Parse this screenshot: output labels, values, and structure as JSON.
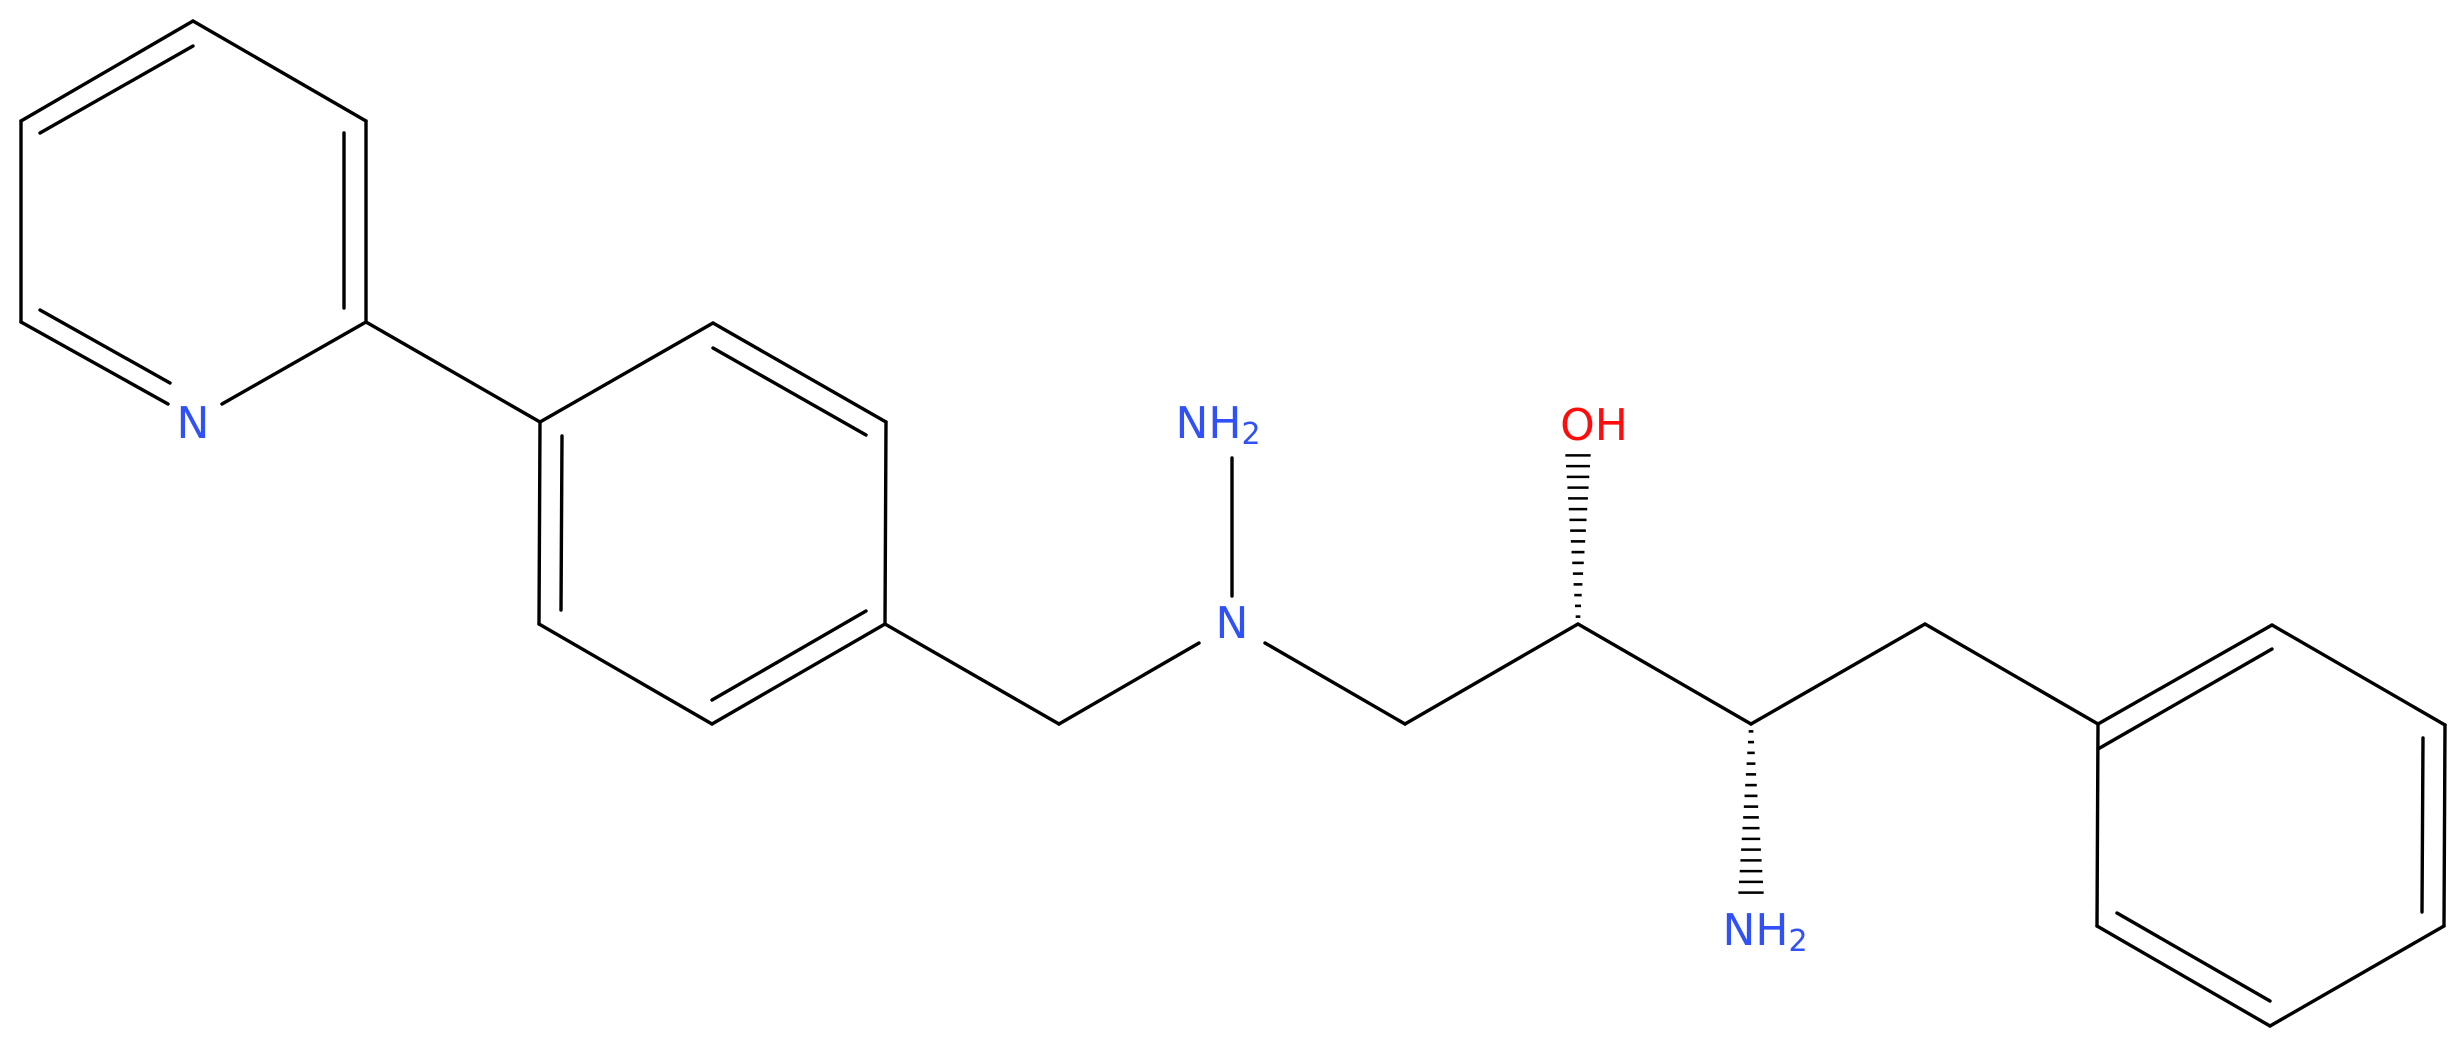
{
  "diagram": {
    "type": "chemical-structure",
    "colors": {
      "bond": "#000000",
      "N": "#3050F8",
      "O": "#FF0D0D",
      "background": "#FFFFFF"
    },
    "labels": {
      "pyridine_n": {
        "element": "N",
        "text": "N",
        "sub": ""
      },
      "hydrazine_n": {
        "element": "N",
        "text": "N",
        "sub": ""
      },
      "hydrazine_nh2": {
        "element": "N",
        "text": "NH",
        "sub": "2"
      },
      "hydroxyl": {
        "element": "O",
        "text": "OH",
        "sub": ""
      },
      "amine_nh2": {
        "element": "N",
        "text": "NH",
        "sub": "2"
      }
    }
  }
}
